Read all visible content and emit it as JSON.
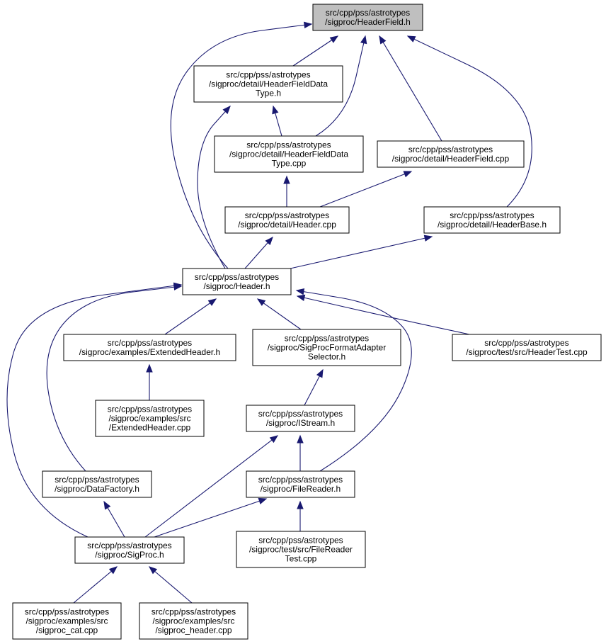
{
  "colors": {
    "edge": "#191970",
    "root_fill": "#bfbfbf",
    "node_fill": "#ffffff",
    "border": "#000000"
  },
  "nodes": {
    "headerfield_h": {
      "lines": [
        "src/cpp/pss/astrotypes",
        "/sigproc/HeaderField.h"
      ]
    },
    "headerfielddatatype_h": {
      "lines": [
        "src/cpp/pss/astrotypes",
        "/sigproc/detail/HeaderFieldData",
        "Type.h"
      ]
    },
    "headerfielddatatype_cpp": {
      "lines": [
        "src/cpp/pss/astrotypes",
        "/sigproc/detail/HeaderFieldData",
        "Type.cpp"
      ]
    },
    "headerfield_cpp": {
      "lines": [
        "src/cpp/pss/astrotypes",
        "/sigproc/detail/HeaderField.cpp"
      ]
    },
    "detail_header_cpp": {
      "lines": [
        "src/cpp/pss/astrotypes",
        "/sigproc/detail/Header.cpp"
      ]
    },
    "headerbase_h": {
      "lines": [
        "src/cpp/pss/astrotypes",
        "/sigproc/detail/HeaderBase.h"
      ]
    },
    "header_h": {
      "lines": [
        "src/cpp/pss/astrotypes",
        "/sigproc/Header.h"
      ]
    },
    "extendedheader_h": {
      "lines": [
        "src/cpp/pss/astrotypes",
        "/sigproc/examples/ExtendedHeader.h"
      ]
    },
    "sigprocformatadapterselector_h": {
      "lines": [
        "src/cpp/pss/astrotypes",
        "/sigproc/SigProcFormatAdapter",
        "Selector.h"
      ]
    },
    "headertest_cpp": {
      "lines": [
        "src/cpp/pss/astrotypes",
        "/sigproc/test/src/HeaderTest.cpp"
      ]
    },
    "extendedheader_cpp": {
      "lines": [
        "src/cpp/pss/astrotypes",
        "/sigproc/examples/src",
        "/ExtendedHeader.cpp"
      ]
    },
    "istream_h": {
      "lines": [
        "src/cpp/pss/astrotypes",
        "/sigproc/IStream.h"
      ]
    },
    "datafactory_h": {
      "lines": [
        "src/cpp/pss/astrotypes",
        "/sigproc/DataFactory.h"
      ]
    },
    "filereader_h": {
      "lines": [
        "src/cpp/pss/astrotypes",
        "/sigproc/FileReader.h"
      ]
    },
    "sigproc_h": {
      "lines": [
        "src/cpp/pss/astrotypes",
        "/sigproc/SigProc.h"
      ]
    },
    "filereadertest_cpp": {
      "lines": [
        "src/cpp/pss/astrotypes",
        "/sigproc/test/src/FileReader",
        "Test.cpp"
      ]
    },
    "sigproc_cat_cpp": {
      "lines": [
        "src/cpp/pss/astrotypes",
        "/sigproc/examples/src",
        "/sigproc_cat.cpp"
      ]
    },
    "sigproc_header_cpp": {
      "lines": [
        "src/cpp/pss/astrotypes",
        "/sigproc/examples/src",
        "/sigproc_header.cpp"
      ]
    }
  },
  "edges": [
    {
      "from": "headerfielddatatype_h",
      "to": "headerfield_h"
    },
    {
      "from": "headerfielddatatype_cpp",
      "to": "headerfield_h"
    },
    {
      "from": "headerfield_cpp",
      "to": "headerfield_h"
    },
    {
      "from": "headerbase_h",
      "to": "headerfield_h"
    },
    {
      "from": "header_h",
      "to": "headerfield_h"
    },
    {
      "from": "headerfielddatatype_cpp",
      "to": "headerfielddatatype_h"
    },
    {
      "from": "header_h",
      "to": "headerfielddatatype_h"
    },
    {
      "from": "detail_header_cpp",
      "to": "headerfielddatatype_cpp"
    },
    {
      "from": "detail_header_cpp",
      "to": "headerfield_cpp"
    },
    {
      "from": "header_h",
      "to": "detail_header_cpp"
    },
    {
      "from": "header_h",
      "to": "headerbase_h"
    },
    {
      "from": "extendedheader_h",
      "to": "header_h"
    },
    {
      "from": "sigprocformatadapterselector_h",
      "to": "header_h"
    },
    {
      "from": "headertest_cpp",
      "to": "header_h"
    },
    {
      "from": "filereader_h",
      "to": "header_h"
    },
    {
      "from": "datafactory_h",
      "to": "header_h"
    },
    {
      "from": "sigproc_h",
      "to": "header_h"
    },
    {
      "from": "extendedheader_cpp",
      "to": "extendedheader_h"
    },
    {
      "from": "istream_h",
      "to": "sigprocformatadapterselector_h"
    },
    {
      "from": "filereader_h",
      "to": "istream_h"
    },
    {
      "from": "sigproc_h",
      "to": "istream_h"
    },
    {
      "from": "sigproc_h",
      "to": "datafactory_h"
    },
    {
      "from": "sigproc_h",
      "to": "filereader_h"
    },
    {
      "from": "filereadertest_cpp",
      "to": "filereader_h"
    },
    {
      "from": "sigproc_cat_cpp",
      "to": "sigproc_h"
    },
    {
      "from": "sigproc_header_cpp",
      "to": "sigproc_h"
    }
  ]
}
